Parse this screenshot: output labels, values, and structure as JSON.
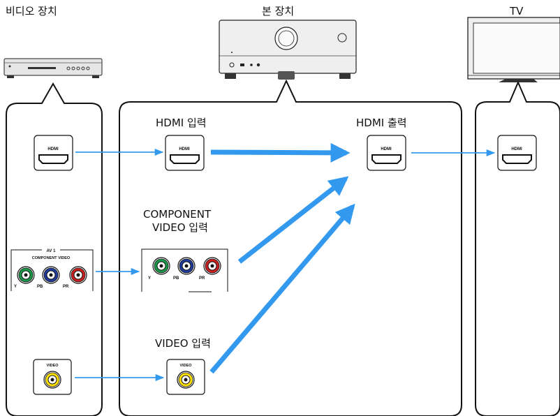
{
  "devices": {
    "video_device": "비디오 장치",
    "main_unit": "본 장치",
    "tv": "TV"
  },
  "labels": {
    "hdmi_input": "HDMI 입력",
    "hdmi_output": "HDMI 출력",
    "component_line1": "COMPONENT",
    "component_line2": "VIDEO 입력",
    "video_input": "VIDEO 입력"
  },
  "jacks": {
    "hdmi": "HDMI",
    "video": "VIDEO",
    "av1": "AV 1",
    "component_video": "COMPONENT VIDEO",
    "y": "Y",
    "pb": "PB",
    "pr": "PR"
  },
  "colors": {
    "arrow": "#3399ee",
    "green_jack": "#1a9a48",
    "blue_jack": "#1f3a9a",
    "red_jack": "#cc1f1f",
    "yellow_jack": "#ffe000"
  }
}
